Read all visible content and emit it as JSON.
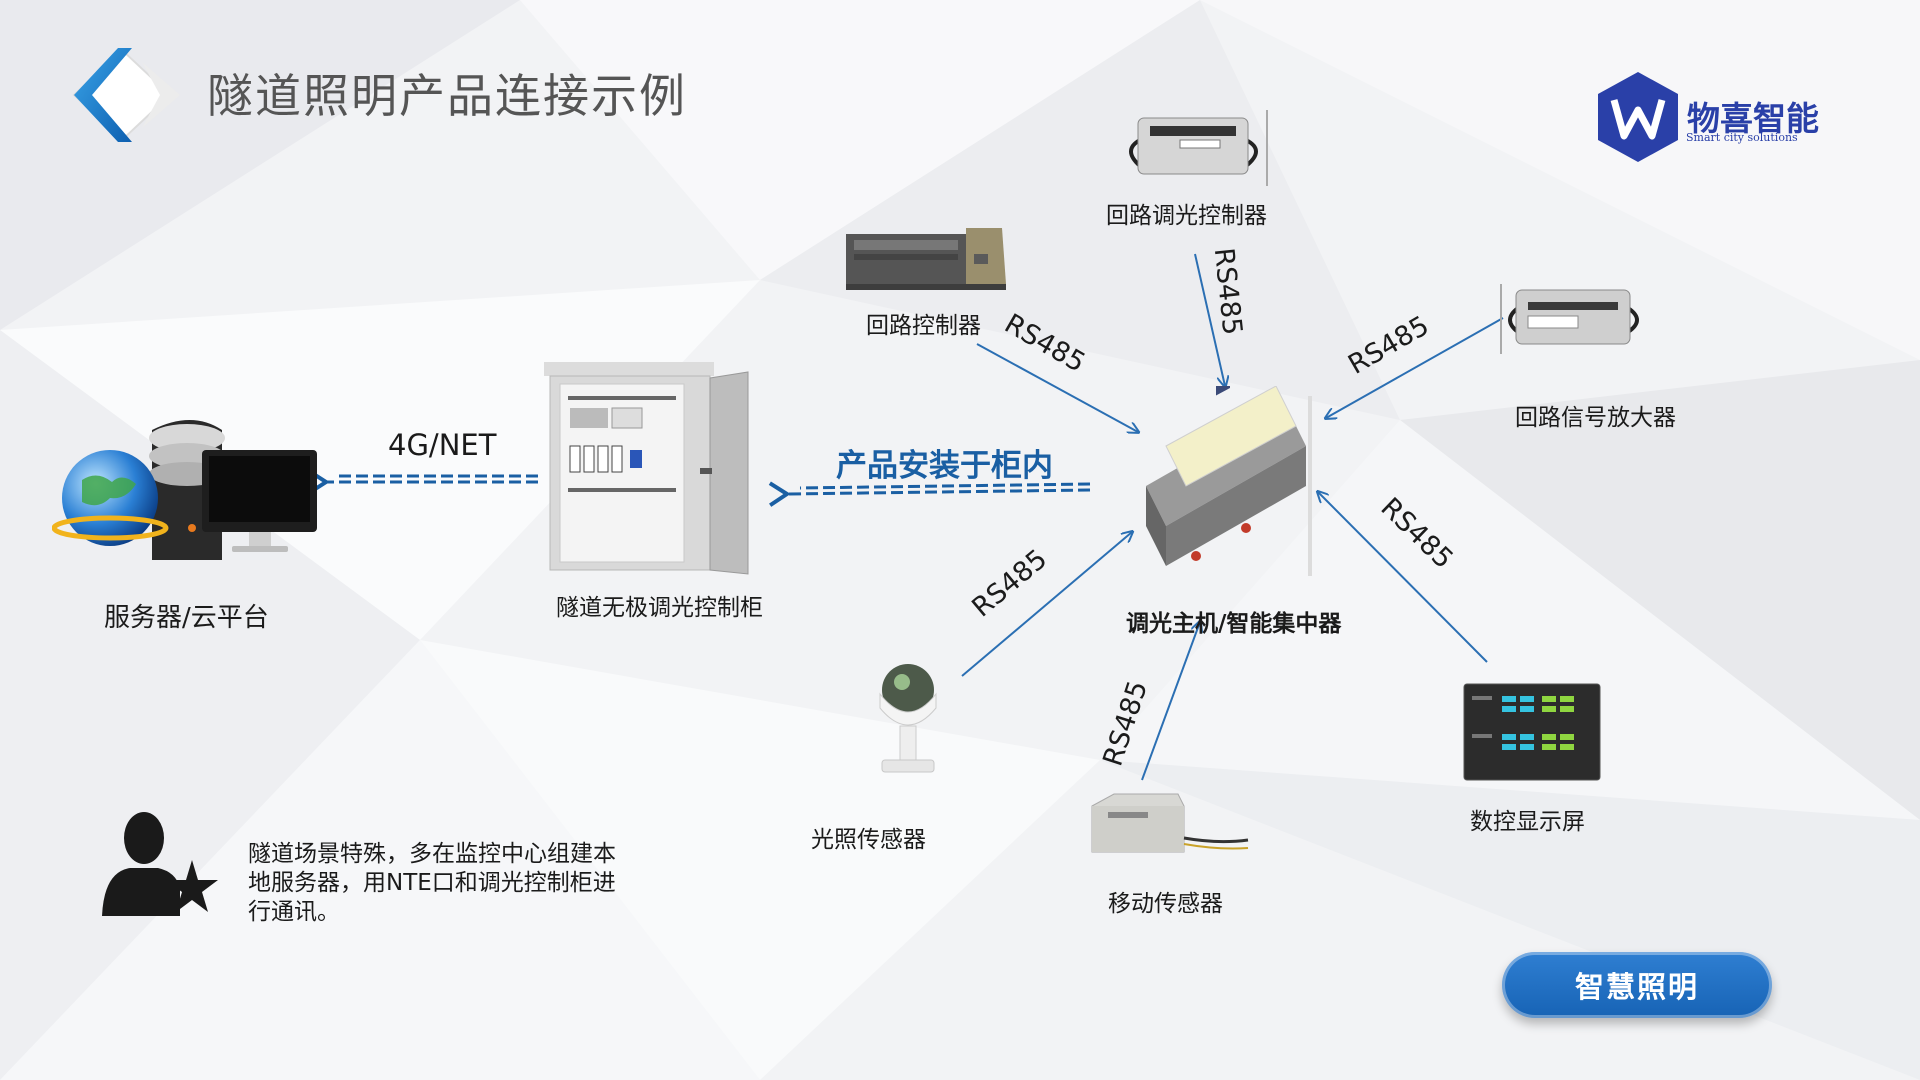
{
  "title": "隧道照明产品连接示例",
  "brand": {
    "name_cn": "物喜智能",
    "name_en": "Smart city solutions",
    "logo_letter": "W",
    "color": "#2a40a8"
  },
  "nodes": {
    "server": "服务器/云平台",
    "cabinet": "隧道无极调光控制柜",
    "hub": "调光主机/智能集中器",
    "loop_dimmer": "回路调光控制器",
    "loop_controller": "回路控制器",
    "signal_amp": "回路信号放大器",
    "light_sensor": "光照传感器",
    "motion_sensor": "移动传感器",
    "display": "数控显示屏"
  },
  "links": {
    "net": "4G/NET",
    "install": "产品安装于柜内",
    "rs485": "RS485"
  },
  "note": "隧道场景特殊，多在监控中心组建本地服务器，用NTE口和调光控制柜进行通讯。",
  "badge": "智慧照明",
  "colors": {
    "accent": "#1a5fa3",
    "arrow": "#2b6fb3",
    "badge": "#1d6cc2"
  }
}
